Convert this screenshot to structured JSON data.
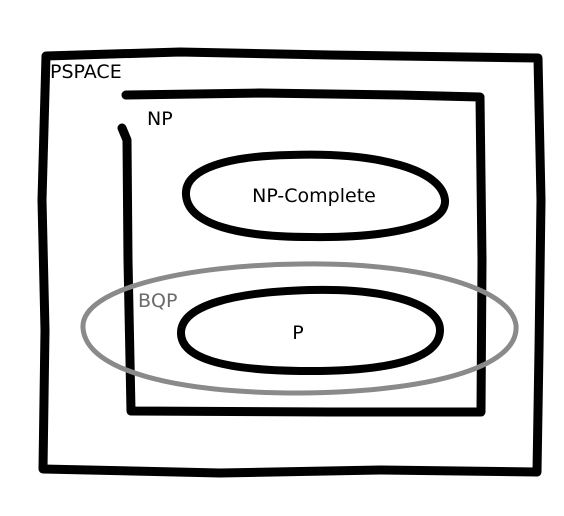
{
  "diagram": {
    "sets": {
      "pspace": {
        "label": "PSPACE"
      },
      "np": {
        "label": "NP"
      },
      "np_complete": {
        "label": "NP-Complete"
      },
      "bqp": {
        "label": "BQP"
      },
      "p": {
        "label": "P"
      }
    }
  },
  "colors": {
    "ink": "#000000",
    "bqp_outline": "#8a8a8a",
    "bqp_label": "#6b6b6b",
    "background": "#ffffff"
  }
}
